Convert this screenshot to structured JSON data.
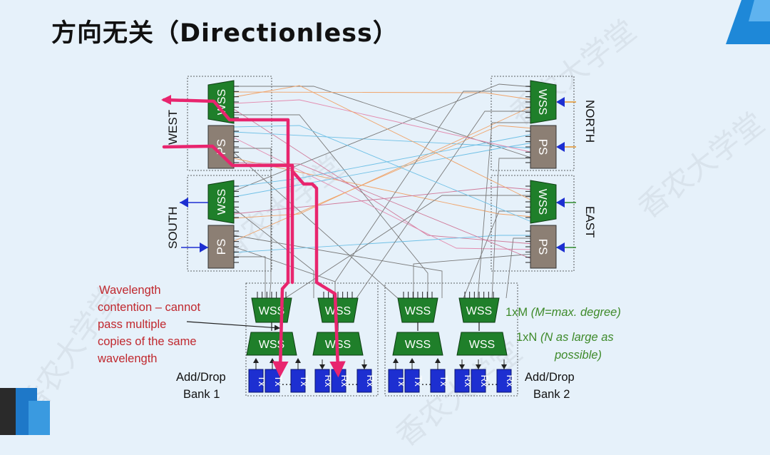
{
  "title": "方向无关（Directionless）",
  "watermark": "香农大学堂",
  "colors": {
    "background": "#e6f1fa",
    "wss_green": "#1f7f2a",
    "ps_gray": "#8c7f74",
    "transceiver_blue": "#1d2fd1",
    "path_pink": "#e8256e",
    "note_red": "#c0282e",
    "note_green": "#3e8a2a",
    "accent_blue": "#1e88d8"
  },
  "degrees": {
    "west": "WEST",
    "south": "SOUTH",
    "north": "NORTH",
    "east": "EAST"
  },
  "blocks": {
    "wss": "WSS",
    "ps": "PS",
    "tx": "Tx",
    "rx": "Rx",
    "dots": "…"
  },
  "banks": {
    "bank1_line1": "Add/Drop",
    "bank1_line2": "Bank 1",
    "bank2_line1": "Add/Drop",
    "bank2_line2": "Bank 2"
  },
  "annotations": {
    "contention": [
      "Wavelength",
      "contention – cannot",
      "pass multiple",
      "copies of the same",
      "wavelength"
    ],
    "mx_prefix": "1xM ",
    "mx_text": "(M=max. degree)",
    "nx_prefix": "1xN ",
    "nx_text": "(N as large as",
    "nx_text2": "possible)"
  }
}
